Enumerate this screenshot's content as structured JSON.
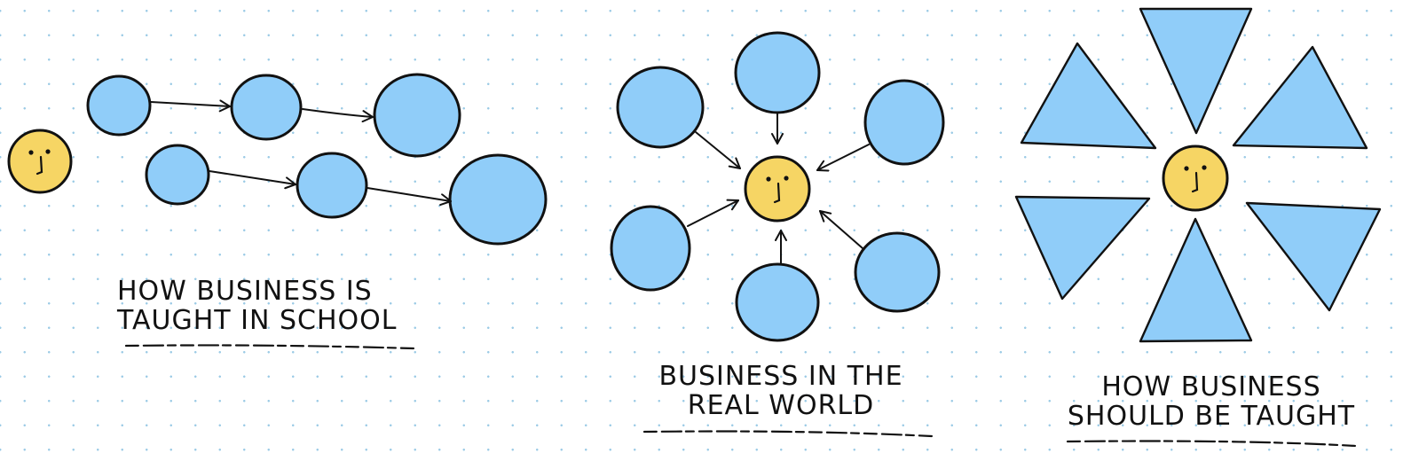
{
  "colors": {
    "circle_fill": "#90cdf9",
    "triangle_fill": "#90cdf9",
    "face_fill": "#f6d564",
    "stroke": "#111111",
    "grid_dot": "#9ccbe6"
  },
  "panels": [
    {
      "id": "school",
      "caption_lines": [
        "HOW BUSINESS IS",
        "TAUGHT IN SCHOOL"
      ]
    },
    {
      "id": "real",
      "caption_lines": [
        "BUSINESS IN THE",
        "REAL WORLD"
      ]
    },
    {
      "id": "should",
      "caption_lines": [
        "HOW BUSINESS",
        "SHOULD BE TAUGHT"
      ]
    }
  ],
  "icons": {
    "face": "neutral-face-icon"
  }
}
